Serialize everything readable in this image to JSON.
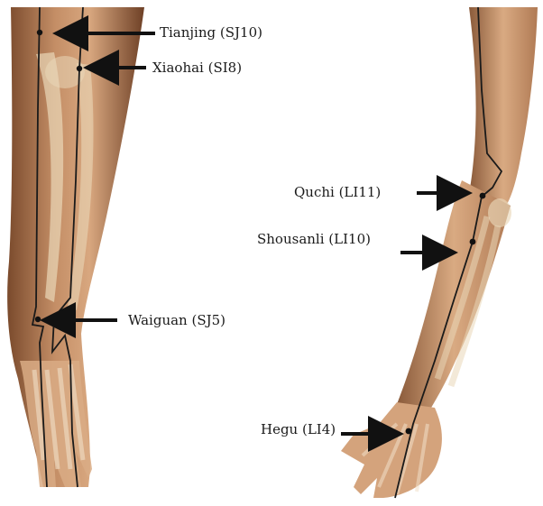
{
  "points": [
    {
      "label": "Tianjing (SJ10)"
    },
    {
      "label": "Xiaohai (SI8)"
    },
    {
      "label": "Waiguan (SJ5)"
    },
    {
      "label": "Quchi (LI11)"
    },
    {
      "label": "Shousanli (LI10)"
    },
    {
      "label": "Hegu (LI4)"
    }
  ],
  "colors": {
    "skin_dark": "#8a5a3a",
    "skin_mid": "#c08a62",
    "skin_light": "#e2b48c",
    "bone": "#ead7b8",
    "meridian": "#1a1a1a",
    "arrow": "#111111"
  }
}
